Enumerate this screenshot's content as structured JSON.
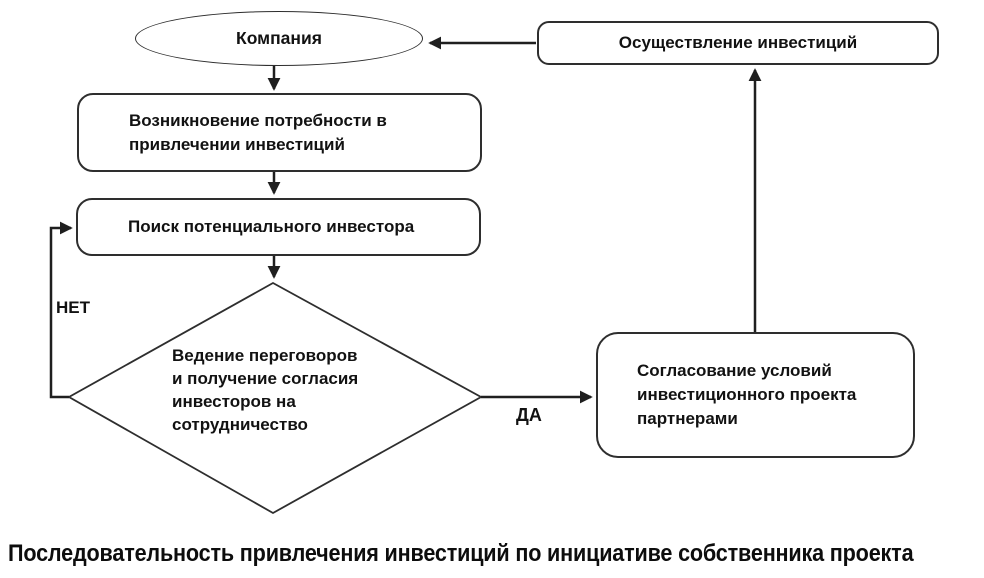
{
  "diagram": {
    "background": "#ffffff",
    "line_color": "#1f1f1f",
    "border_color": "#2e2e2e",
    "text_color": "#121212",
    "nodes": {
      "company": {
        "shape": "ellipse",
        "label": "Компания"
      },
      "need": {
        "shape": "rounded-rect",
        "lines": [
          "Возникновение потребности в",
          "привлечении инвестиций"
        ]
      },
      "search": {
        "shape": "rounded-rect",
        "label": "Поиск потенциального инвестора"
      },
      "negotiation": {
        "shape": "diamond",
        "lines": [
          "Ведение переговоров",
          "и получение согласия",
          "инвесторов на",
          "сотрудничество"
        ]
      },
      "agreement": {
        "shape": "rounded-rect",
        "lines": [
          "Согласование условий",
          "инвестиционного проекта",
          "партнерами"
        ]
      },
      "implementation": {
        "shape": "rounded-rect",
        "label": "Осуществление инвестиций"
      }
    },
    "edge_labels": {
      "no": "НЕТ",
      "yes": "ДА"
    },
    "caption": "Последовательность привлечения инвестиций по инициативе собственника проекта"
  }
}
